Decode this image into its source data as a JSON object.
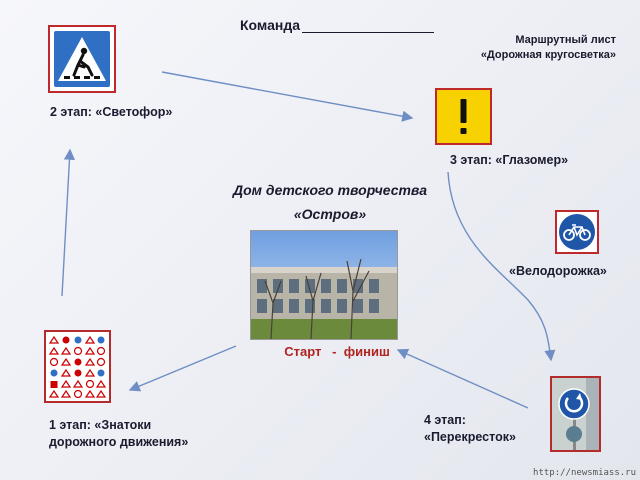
{
  "header": {
    "team_label": "Команда",
    "route_line1": "Маршрутный лист",
    "route_line2": "«Дорожная кругосветка»"
  },
  "center": {
    "title_line1": "Дом детского творчества",
    "title_line2": "«Остров»",
    "start_finish": "Старт   -  финиш"
  },
  "stages": {
    "stage2": "2 этап: «Светофор»",
    "stage3": "3 этап: «Глазомер»",
    "bike": "«Велодорожка»",
    "stage4_line1": "4 этап:",
    "stage4_line2": "«Перекресток»",
    "stage1_line1": "1 этап: «Знатоки",
    "stage1_line2": "дорожного движения»"
  },
  "watermark": "http://newsmiass.ru",
  "icons": {
    "crosswalk": "pedestrian-crossing-sign-icon",
    "danger": "exclamation-warning-sign-icon",
    "bike": "bicycle-path-sign-icon",
    "roundabout": "roundabout-sign-icon",
    "signs_grid": "traffic-signs-poster-icon"
  },
  "colors": {
    "arrow": "#6f8fc4",
    "accent_red": "#b0231f",
    "sign_blue": "#2f6fc4",
    "sign_yellow": "#f7d100"
  }
}
